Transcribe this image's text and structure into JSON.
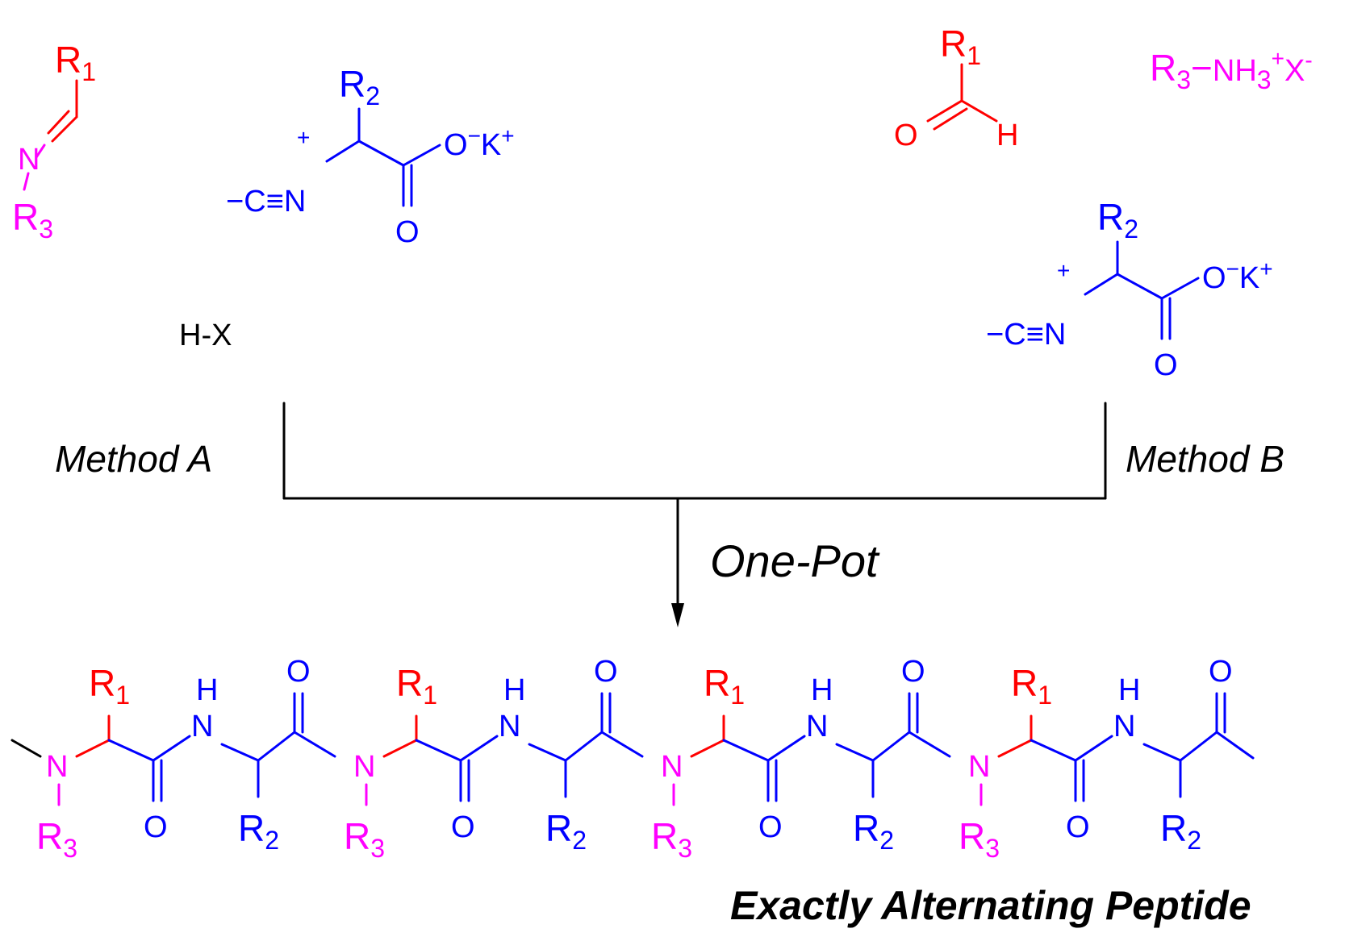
{
  "colors": {
    "r1": "#ff0000",
    "r2": "#0000ff",
    "r3": "#ff00ff",
    "text": "#000000"
  },
  "labels": {
    "R": "R",
    "sub1": "1",
    "sub2": "2",
    "sub3": "3",
    "N": "N",
    "O": "O",
    "H": "H",
    "C": "C",
    "K": "K",
    "minus": "−",
    "plus": "+",
    "triple": "≡",
    "ammonium_nh": "NH",
    "ammonium_x": "X",
    "ammonium_dash": "−",
    "ammonium_xminus": "-",
    "hx": "H-X"
  },
  "method_a": "Method A",
  "method_b": "Method B",
  "arrow_label": "One-Pot",
  "product_title": "Exactly Alternating Peptide"
}
